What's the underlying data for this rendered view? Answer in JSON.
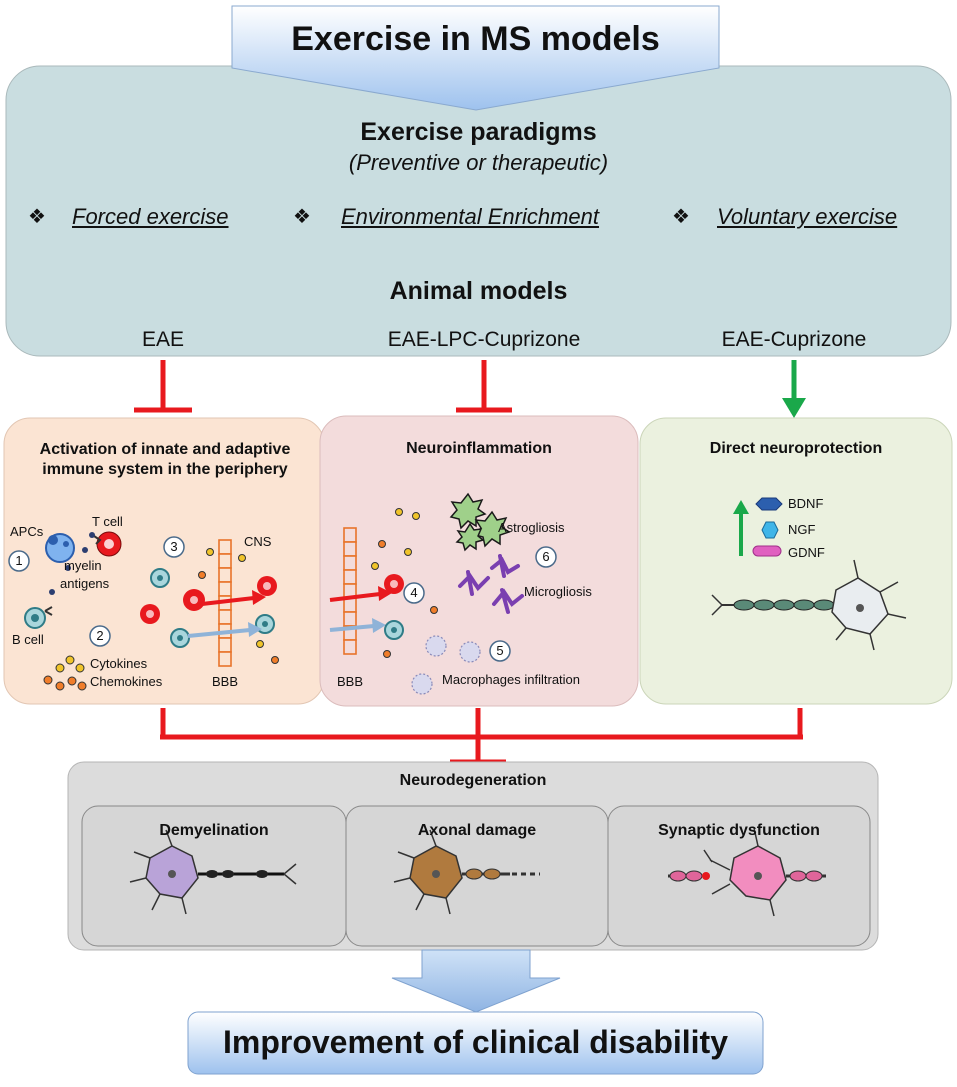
{
  "header": {
    "title": "Exercise in MS models"
  },
  "paradigms": {
    "title": "Exercise paradigms",
    "subtitle": "(Preventive  or therapeutic)",
    "items": [
      "Forced exercise",
      "Environmental Enrichment",
      "Voluntary exercise"
    ],
    "bullet": "❖"
  },
  "animal_models": {
    "title": "Animal models",
    "items": [
      "EAE",
      "EAE-LPC-Cuprizone",
      "EAE-Cuprizone"
    ]
  },
  "panels": {
    "activation": {
      "title": "Activation of innate and adaptive immune system in the periphery",
      "labels": {
        "apcs": "APCs",
        "tcell": "T cell",
        "myelin": "myelin",
        "antigens": "antigens",
        "bcell": "B cell",
        "cytokines": "Cytokines",
        "chemokines": "Chemokines",
        "cns": "CNS",
        "bbb": "BBB"
      },
      "numbers": [
        "1",
        "2",
        "3"
      ]
    },
    "neuroinflammation": {
      "title": "Neuroinflammation",
      "labels": {
        "astrogliosis": "Astrogliosis",
        "microgliosis": "Microgliosis",
        "macrophages": "Macrophages infiltration",
        "bbb": "BBB"
      },
      "numbers": [
        "4",
        "5",
        "6"
      ]
    },
    "neuroprotection": {
      "title": "Direct neuroprotection",
      "factors": [
        "BDNF",
        "NGF",
        "GDNF"
      ]
    }
  },
  "neurodegeneration": {
    "title": "Neurodegeneration",
    "items": [
      "Demyelination",
      "Axonal damage",
      "Synaptic dysfunction"
    ]
  },
  "footer": {
    "title": "Improvement of clinical disability"
  },
  "colors": {
    "inhibit": "#e8191e",
    "activate": "#1aa84a",
    "panel_blue": "#c9dde0",
    "panel_orange": "#fbe4d3",
    "panel_pink": "#f3dcdc",
    "panel_green": "#ebf1df",
    "panel_grey": "#dcdcdc"
  }
}
